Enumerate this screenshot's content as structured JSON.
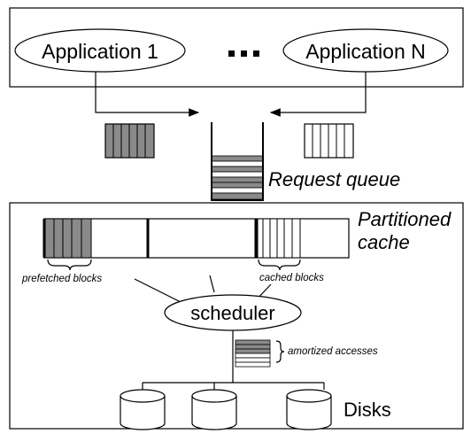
{
  "apps": {
    "app1_label": "Application 1",
    "appN_label": "Application N",
    "ellipsis": "..."
  },
  "queue": {
    "label": "Request queue"
  },
  "cache": {
    "label_line1": "Partitioned",
    "label_line2": "cache",
    "prefetched_label": "prefetched blocks",
    "cached_label": "cached blocks"
  },
  "scheduler": {
    "label": "scheduler",
    "amortized_label": "amortized accesses"
  },
  "disks": {
    "label": "Disks"
  },
  "colors": {
    "stroke": "#000000",
    "shaded_block": "#8a8a8a",
    "light_block": "#d9d9d9",
    "background": "#ffffff"
  }
}
